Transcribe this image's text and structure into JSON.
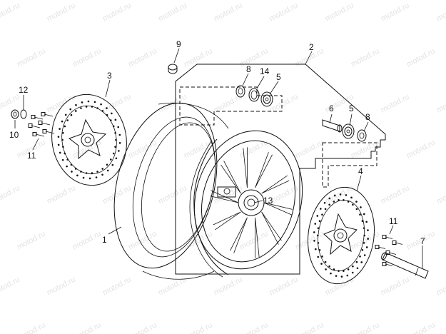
{
  "watermark": "motod.ru",
  "callouts": [
    {
      "id": "p1",
      "text": "1"
    },
    {
      "id": "p2",
      "text": "2"
    },
    {
      "id": "p3",
      "text": "3"
    },
    {
      "id": "p4",
      "text": "4"
    },
    {
      "id": "p5a",
      "text": "5"
    },
    {
      "id": "p5b",
      "text": "5"
    },
    {
      "id": "p6",
      "text": "6"
    },
    {
      "id": "p7",
      "text": "7"
    },
    {
      "id": "p8a",
      "text": "8"
    },
    {
      "id": "p8b",
      "text": "8"
    },
    {
      "id": "p9",
      "text": "9"
    },
    {
      "id": "p10",
      "text": "10"
    },
    {
      "id": "p11a",
      "text": "11"
    },
    {
      "id": "p11b",
      "text": "11"
    },
    {
      "id": "p12",
      "text": "12"
    },
    {
      "id": "p13",
      "text": "13"
    },
    {
      "id": "p14",
      "text": "14"
    }
  ],
  "colors": {
    "ink": "#111111",
    "watermark": "#e3e3e3",
    "background": "#ffffff"
  }
}
